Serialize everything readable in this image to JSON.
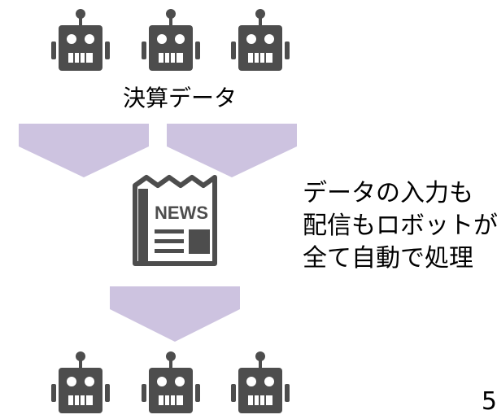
{
  "label_top": "決算データ",
  "side_text": [
    "データの入力も",
    "配信もロボットが",
    "全て自動で処理"
  ],
  "news_label": "NEWS",
  "page_number": "5",
  "colors": {
    "robot": "#4d4d4d",
    "arrow": "#cdc3e0",
    "text": "#000000"
  },
  "icons": {
    "robot": "robot-icon",
    "news": "newspaper-icon"
  }
}
